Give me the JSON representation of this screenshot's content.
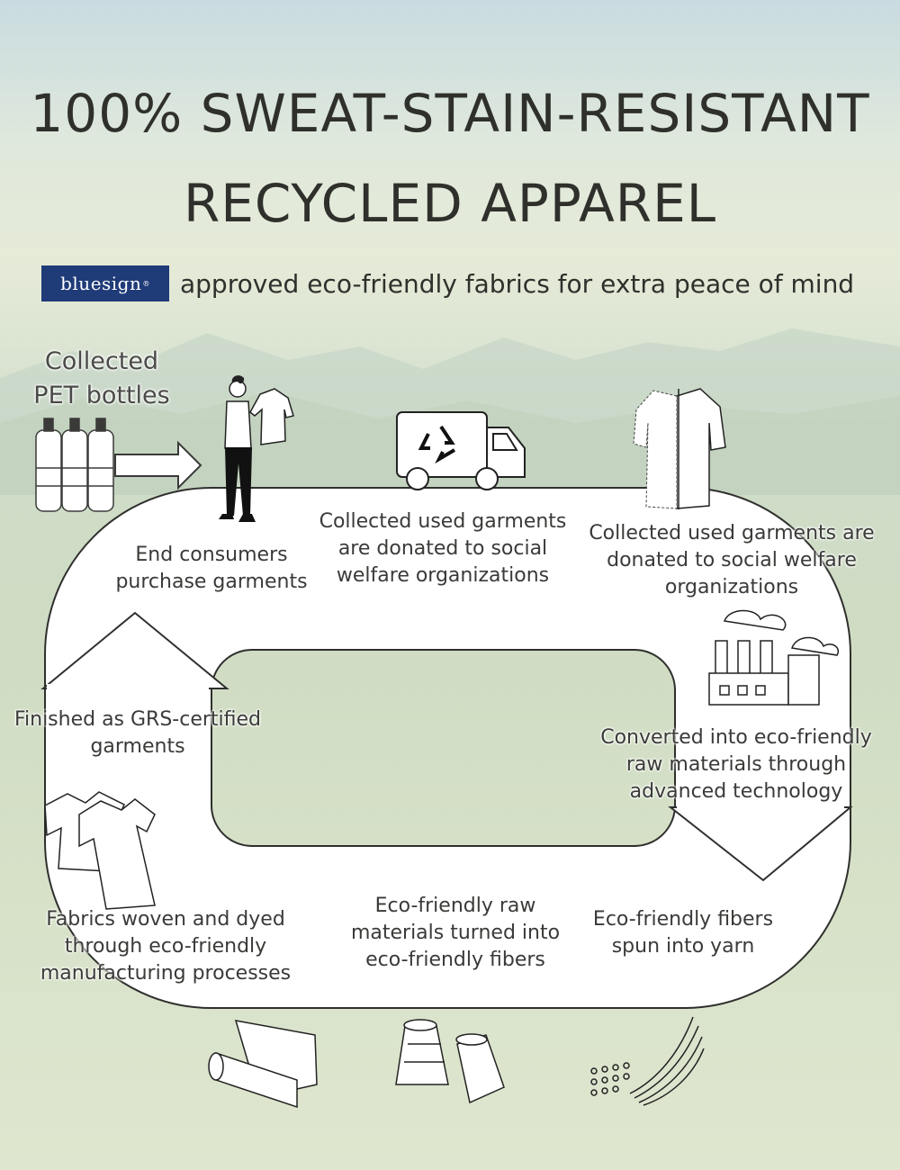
{
  "header": {
    "title_line1": "100% SWEAT-STAIN-RESISTANT",
    "title_line2": "RECYCLED APPAREL",
    "brand": "bluesign",
    "brand_mark": "®",
    "tagline": "approved eco-friendly fabrics for extra peace of mind"
  },
  "start": {
    "label": "Collected PET bottles"
  },
  "steps": [
    {
      "label": "End consumers purchase garments",
      "icon": "woman-holding-shirt-icon"
    },
    {
      "label": "Collected used garments are donated to social welfare organizations",
      "icon": "recycling-truck-icon"
    },
    {
      "label": "Collected used garments are donated to social welfare organizations",
      "icon": "shredded-shirt-icon"
    },
    {
      "label": "Converted into eco-friendly raw materials through advanced technology",
      "icon": "factory-icon"
    },
    {
      "label": "Eco-friendly fibers spun into yarn",
      "icon": "fibers-icon"
    },
    {
      "label": "Eco-friendly raw materials turned into eco-friendly fibers",
      "icon": "yarn-spools-icon"
    },
    {
      "label": "Fabrics woven and dyed through eco-friendly manufacturing processes",
      "icon": "fabric-roll-icon"
    },
    {
      "label": "Finished as GRS-certified garments",
      "icon": "tshirts-icon"
    }
  ],
  "colors": {
    "title": "#2f302c",
    "brand_bg": "#1f3b78",
    "loop_fill": "#ffffff",
    "outline": "#3a3a38"
  }
}
